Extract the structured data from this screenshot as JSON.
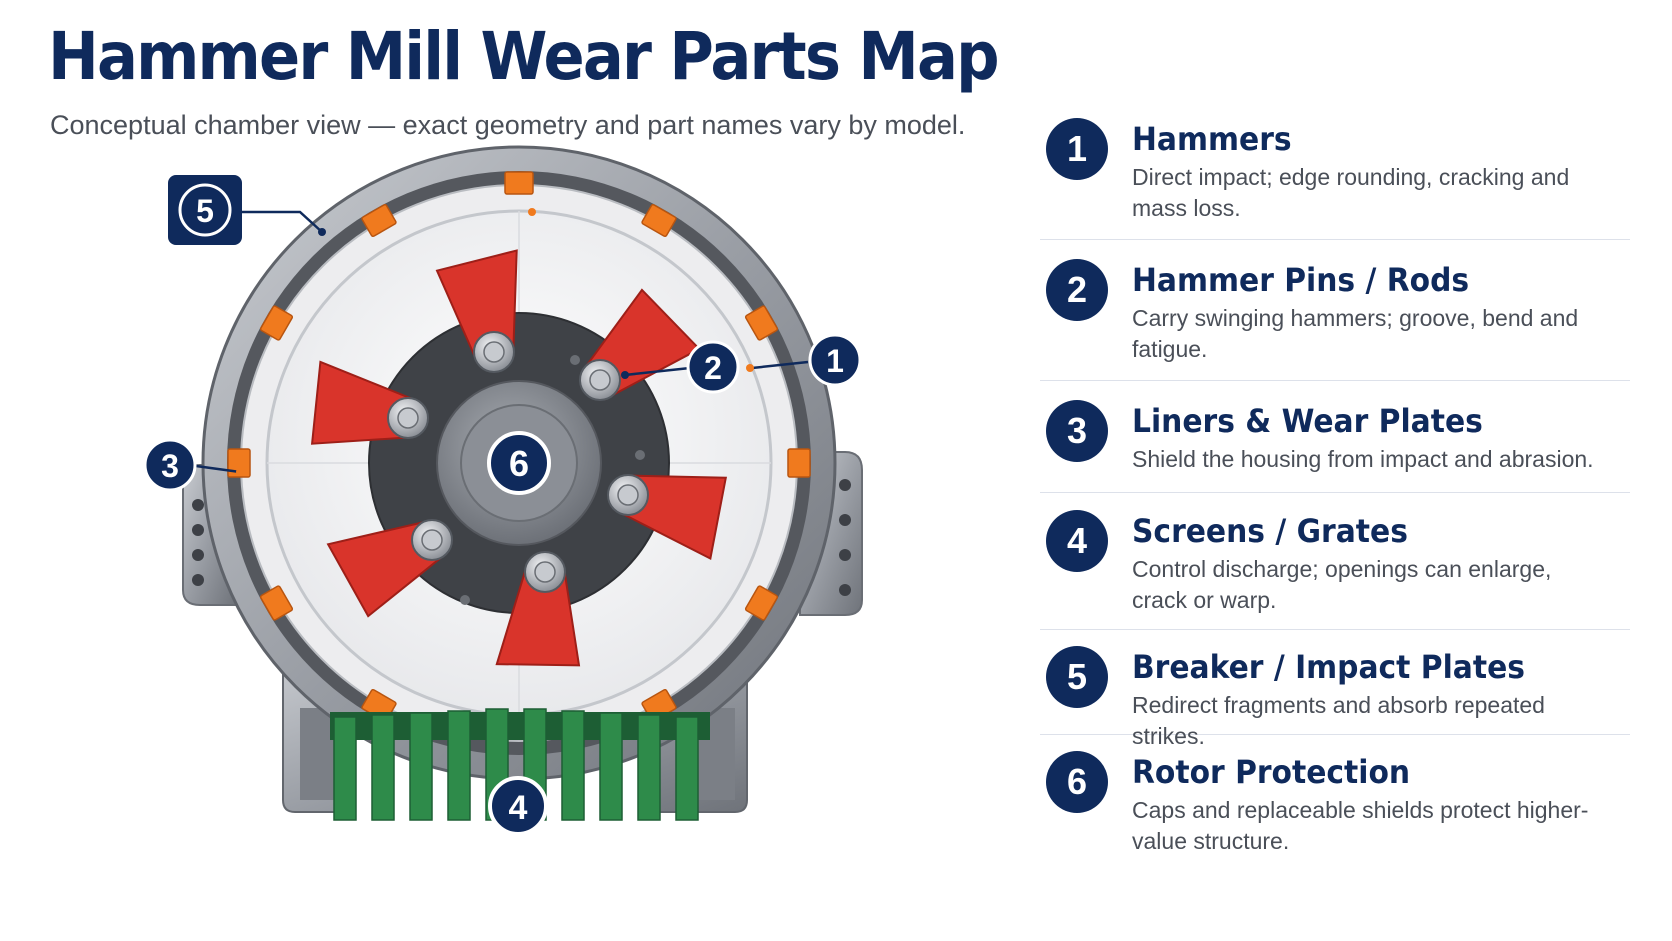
{
  "title": "Hammer Mill Wear Parts Map",
  "subtitle": "Conceptual chamber view — exact geometry and part names vary by model.",
  "colors": {
    "navy": "#0f2a5c",
    "hammer_red": "#d9342b",
    "liner_orange": "#f07a1e",
    "screen_green": "#2e8b4a",
    "housing_gray": "#8a8f96",
    "rotor_dark": "#3f4247"
  },
  "callouts": {
    "c1": "1",
    "c2": "2",
    "c3": "3",
    "c4": "4",
    "c5": "5",
    "c6": "6"
  },
  "legend": [
    {
      "num": "1",
      "title": "Hammers",
      "desc": "Direct impact; edge rounding, cracking and mass loss."
    },
    {
      "num": "2",
      "title": "Hammer Pins / Rods",
      "desc": "Carry swinging hammers; groove, bend and fatigue."
    },
    {
      "num": "3",
      "title": "Liners & Wear Plates",
      "desc": "Shield the housing from impact and abrasion."
    },
    {
      "num": "4",
      "title": "Screens / Grates",
      "desc": "Control discharge; openings can enlarge, crack or warp."
    },
    {
      "num": "5",
      "title": "Breaker / Impact Plates",
      "desc": "Redirect fragments and absorb repeated strikes."
    },
    {
      "num": "6",
      "title": "Rotor Protection",
      "desc": "Caps and replaceable shields protect higher-value structure."
    }
  ]
}
